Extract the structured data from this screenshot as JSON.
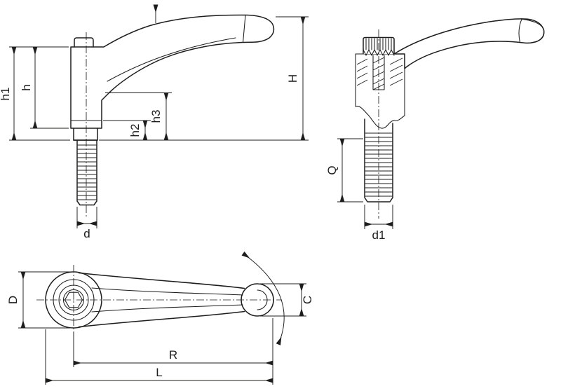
{
  "drawing": {
    "colors": {
      "line": "#1d1d1b",
      "cream": "#f7e7d3",
      "background": "#ffffff"
    },
    "views": {
      "front_view": {
        "labels": {
          "h1": "h1",
          "h": "h",
          "h3": "h3",
          "h2": "h2",
          "d": "d",
          "H": "H"
        }
      },
      "side_view": {
        "labels": {
          "Q": "Q",
          "d1": "d1"
        }
      },
      "top_view": {
        "labels": {
          "D": "D",
          "C": "C",
          "R": "R",
          "L": "L"
        }
      }
    }
  }
}
